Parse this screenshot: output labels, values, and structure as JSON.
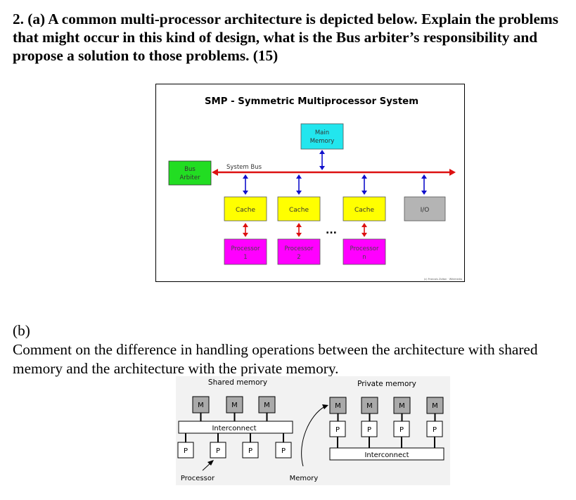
{
  "question_a": "2. (a) A common multi-processor architecture is depicted below. Explain the problems that might occur in this kind of design, what is the Bus arbiter’s responsibility and propose a solution to those problems. (15)",
  "smp_diagram": {
    "title": "SMP - Symmetric Multiprocessor System",
    "main_memory": [
      "Main",
      "Memory"
    ],
    "bus_arbiter": [
      "Bus",
      "Arbiter"
    ],
    "system_bus": "System Bus",
    "cache": "Cache",
    "io": "I/O",
    "ellipsis": "...",
    "processor_1": [
      "Processor",
      "1"
    ],
    "processor_2": [
      "Processor",
      "2"
    ],
    "processor_n": [
      "Processor",
      "n"
    ],
    "credit": "(c) Francois Zolton · Wikimedia",
    "colors": {
      "main_memory": "#22e6ee",
      "bus_arbiter": "#22dd22",
      "cache": "#ffff00",
      "io": "#b4b4b4",
      "processor": "#ff00ff",
      "bus": "#dd1111",
      "arrow_blue": "#1010cc",
      "arrow_red": "#dd1111"
    }
  },
  "question_b_label": "(b)",
  "question_b": "Comment on the difference in handling operations between the architecture with shared memory and the architecture with the private memory.",
  "memory_diagram": {
    "shared_title": "Shared memory",
    "private_title": "Private memory",
    "memory_box": "M",
    "processor_box": "P",
    "interconnect": "Interconnect",
    "processor_caption": "Processor",
    "memory_caption": "Memory"
  }
}
